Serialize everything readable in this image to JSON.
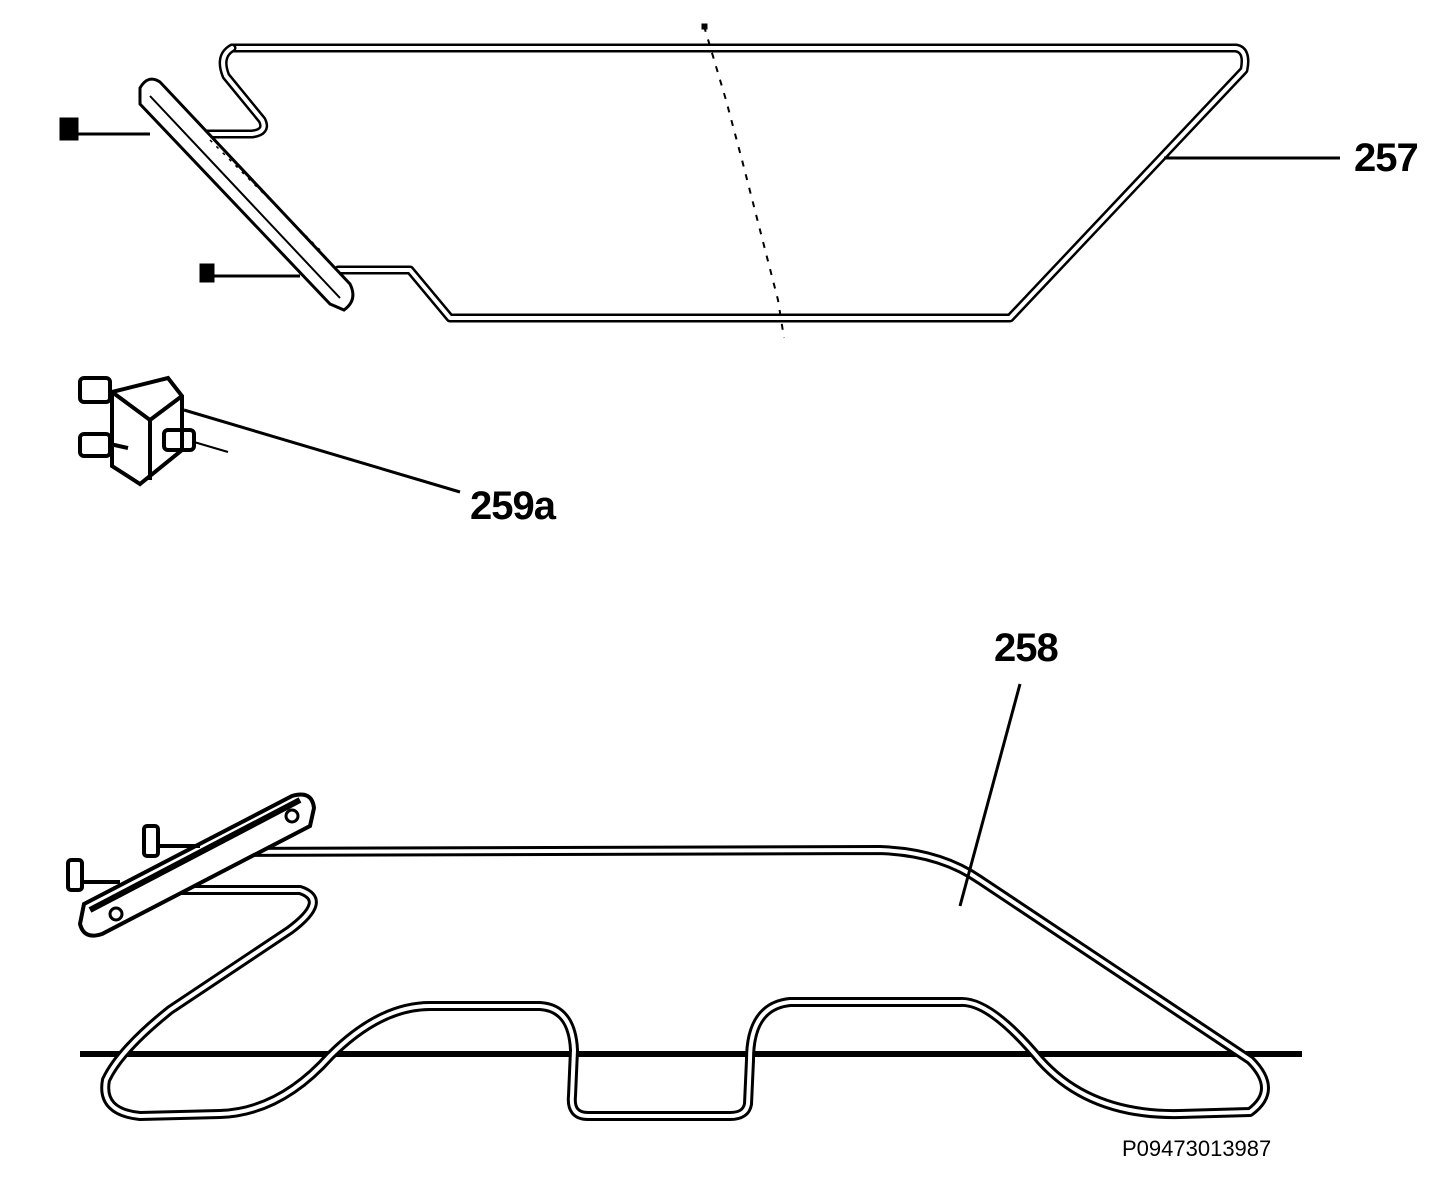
{
  "labels": {
    "part_257": "257",
    "part_259a": "259a",
    "part_258": "258"
  },
  "drawing_code": "P09473013987",
  "colors": {
    "line": "#000000",
    "background": "#ffffff"
  }
}
